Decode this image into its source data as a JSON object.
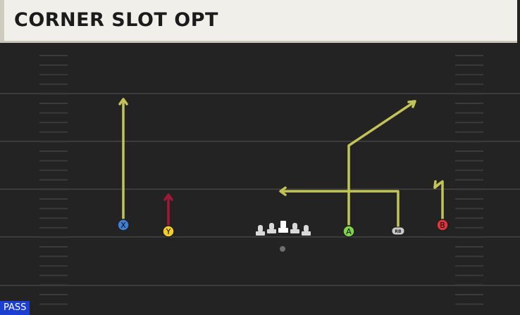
{
  "play": {
    "title": "CORNER SLOT OPT",
    "type": "PASS"
  },
  "players": [
    {
      "id": "X",
      "label": "X",
      "color": "#3f7fd6",
      "route": "go",
      "route_color": "#c2c45a"
    },
    {
      "id": "Y",
      "label": "Y",
      "color": "#f2cc2b",
      "route": "block",
      "route_color": "#a0193a"
    },
    {
      "id": "A",
      "label": "A",
      "color": "#7fd349",
      "route": "corner",
      "route_color": "#c2c45a"
    },
    {
      "id": "RB",
      "label": "RB",
      "color": "#c9c9c9",
      "route": "drag",
      "route_color": "#c2c45a"
    },
    {
      "id": "B",
      "label": "B",
      "color": "#e0343a",
      "route": "comeback",
      "route_color": "#c2c45a"
    }
  ],
  "colors": {
    "field": "#232323",
    "yard_line": "#3c3c3c",
    "hash": "#3a3a3a",
    "route": "#c2c45a",
    "block_route": "#a0193a",
    "lineman": "#d9d9d9",
    "football": "#6f6f6f",
    "play_type_badge": "#1c3ed1"
  }
}
